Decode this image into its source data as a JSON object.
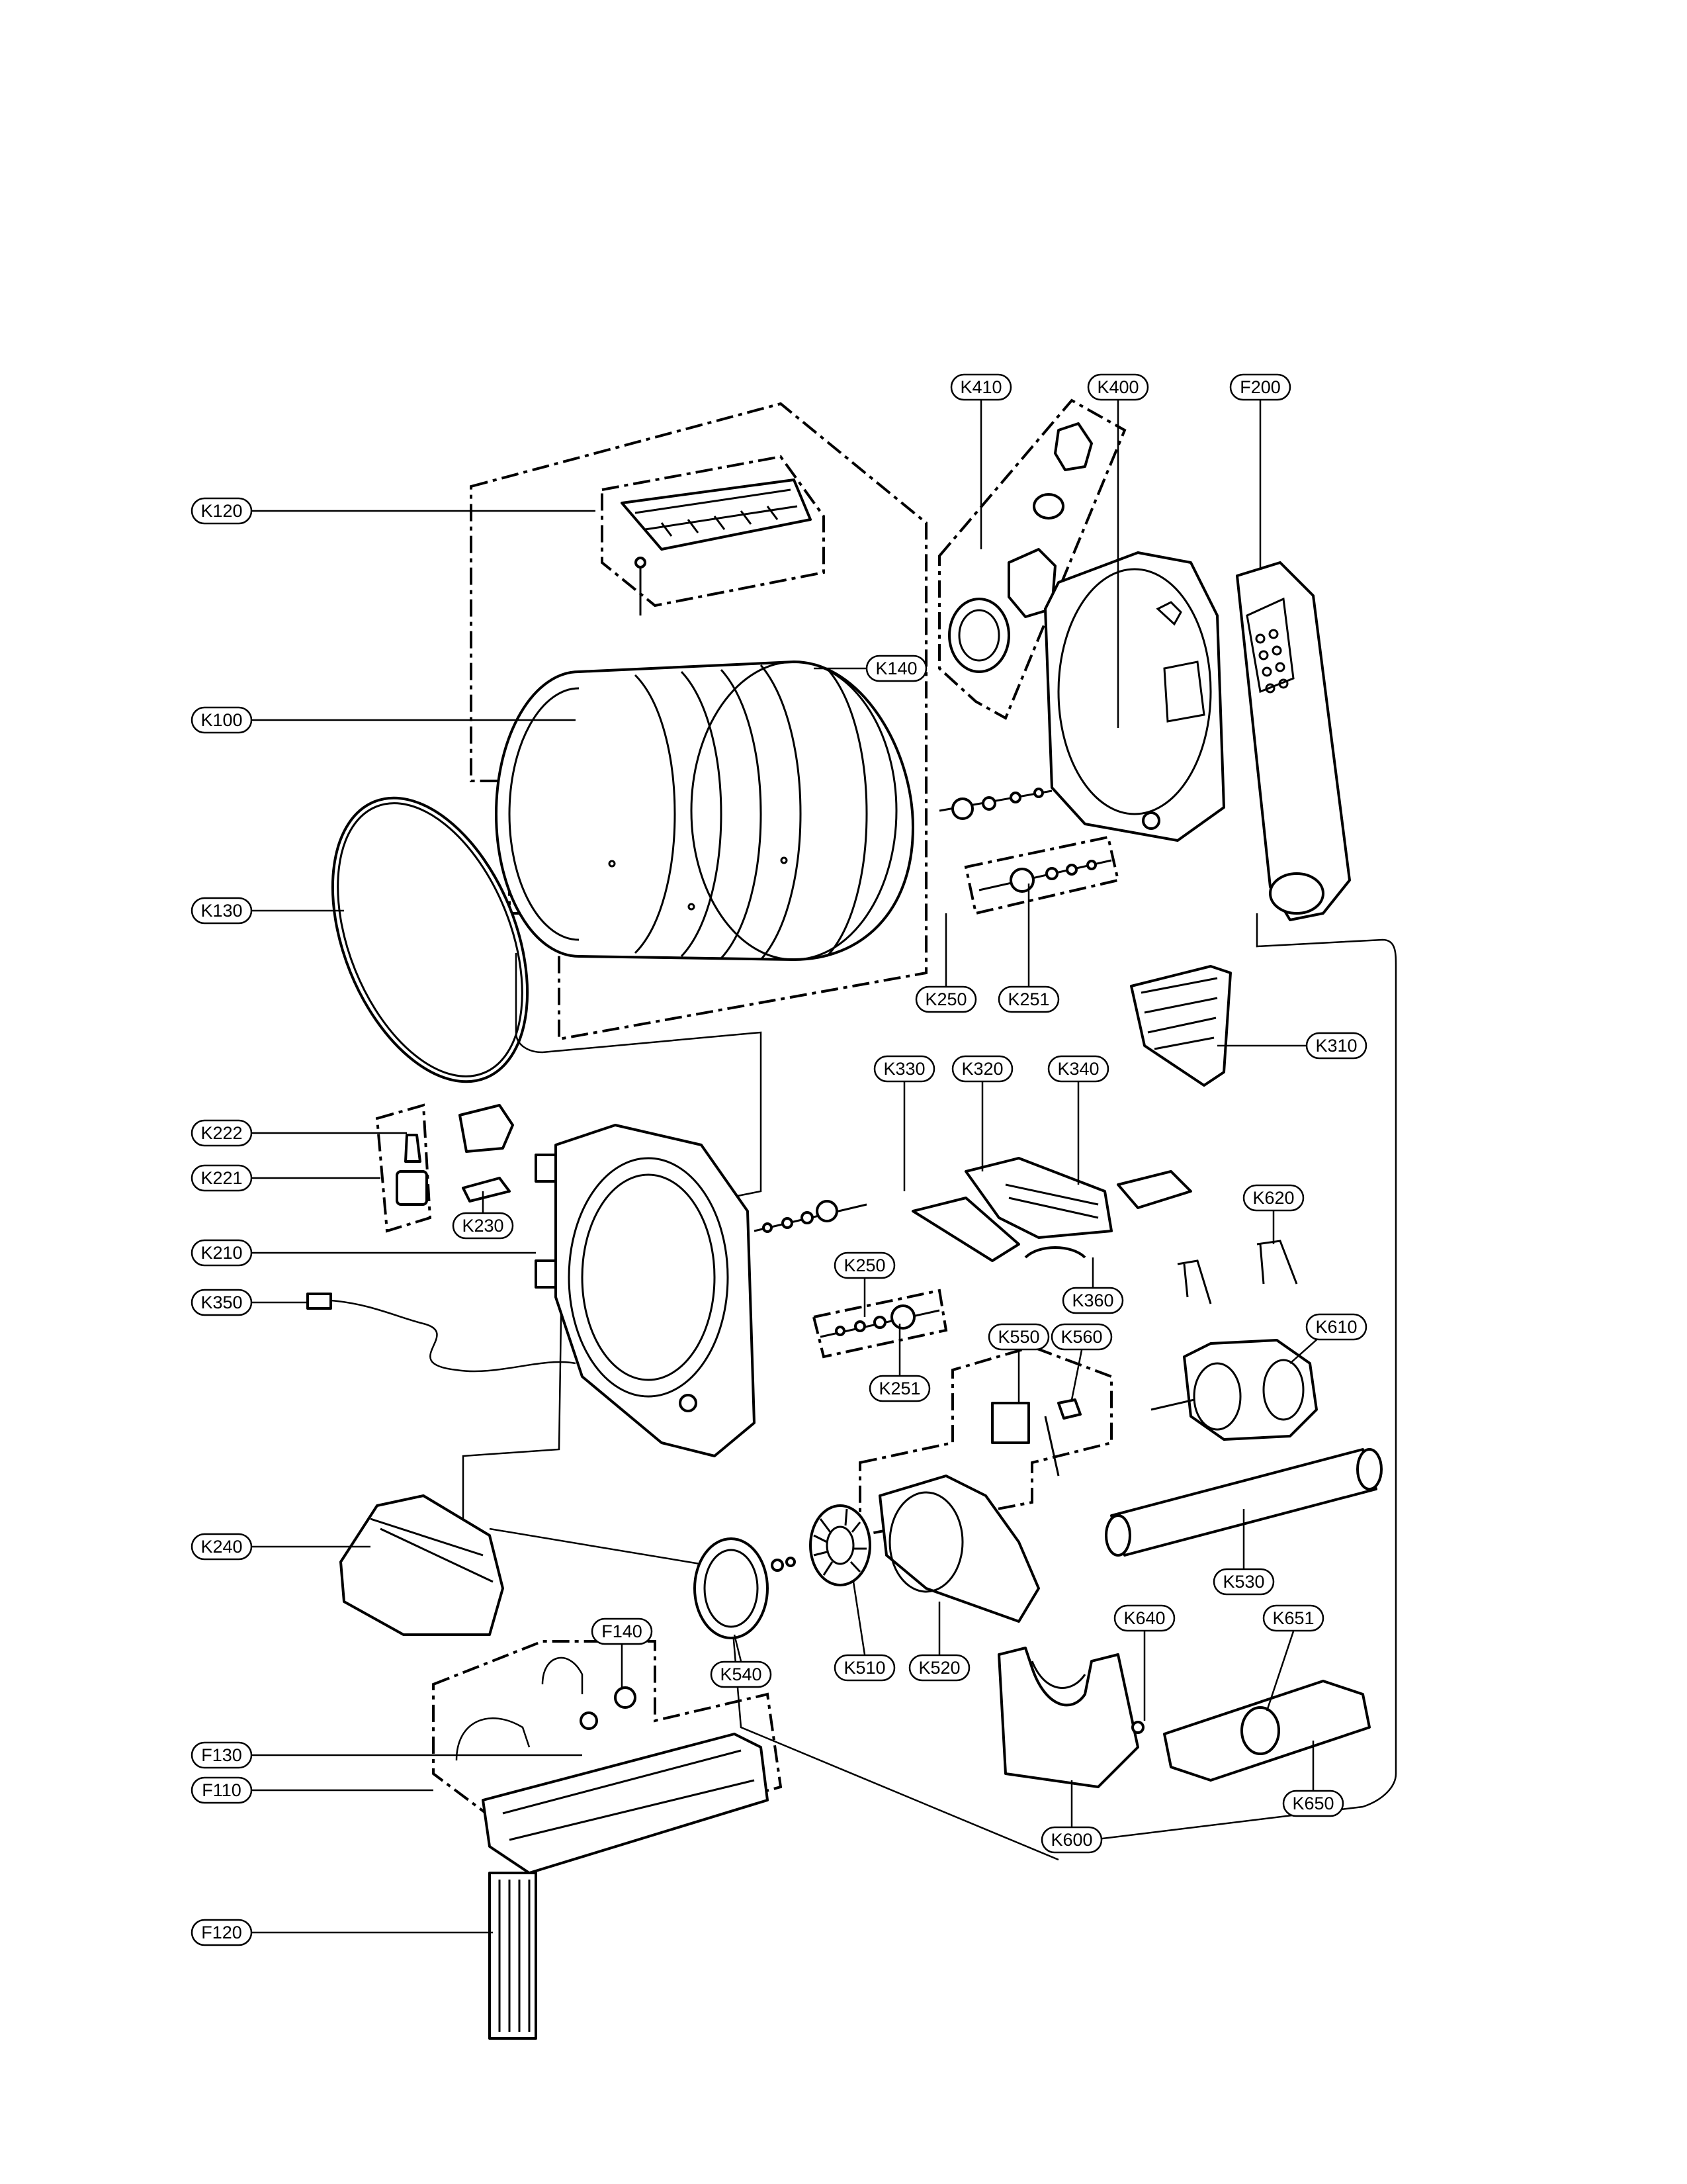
{
  "callouts": [
    {
      "id": "K410",
      "label": "K410"
    },
    {
      "id": "K400",
      "label": "K400"
    },
    {
      "id": "F200",
      "label": "F200"
    },
    {
      "id": "K120",
      "label": "K120"
    },
    {
      "id": "K140",
      "label": "K140"
    },
    {
      "id": "K100",
      "label": "K100"
    },
    {
      "id": "K130",
      "label": "K130"
    },
    {
      "id": "K250a",
      "label": "K250"
    },
    {
      "id": "K251a",
      "label": "K251"
    },
    {
      "id": "K310",
      "label": "K310"
    },
    {
      "id": "K330",
      "label": "K330"
    },
    {
      "id": "K320",
      "label": "K320"
    },
    {
      "id": "K340",
      "label": "K340"
    },
    {
      "id": "K222",
      "label": "K222"
    },
    {
      "id": "K221",
      "label": "K221"
    },
    {
      "id": "K230",
      "label": "K230"
    },
    {
      "id": "K620",
      "label": "K620"
    },
    {
      "id": "K210",
      "label": "K210"
    },
    {
      "id": "K250b",
      "label": "K250"
    },
    {
      "id": "K360",
      "label": "K360"
    },
    {
      "id": "K350",
      "label": "K350"
    },
    {
      "id": "K550",
      "label": "K550"
    },
    {
      "id": "K560",
      "label": "K560"
    },
    {
      "id": "K610",
      "label": "K610"
    },
    {
      "id": "K251b",
      "label": "K251"
    },
    {
      "id": "K240",
      "label": "K240"
    },
    {
      "id": "K530",
      "label": "K530"
    },
    {
      "id": "K540",
      "label": "K540"
    },
    {
      "id": "K510",
      "label": "K510"
    },
    {
      "id": "K520",
      "label": "K520"
    },
    {
      "id": "F140",
      "label": "F140"
    },
    {
      "id": "K640",
      "label": "K640"
    },
    {
      "id": "K651",
      "label": "K651"
    },
    {
      "id": "F130",
      "label": "F130"
    },
    {
      "id": "F110",
      "label": "F110"
    },
    {
      "id": "K650",
      "label": "K650"
    },
    {
      "id": "K600",
      "label": "K600"
    },
    {
      "id": "F120",
      "label": "F120"
    }
  ]
}
